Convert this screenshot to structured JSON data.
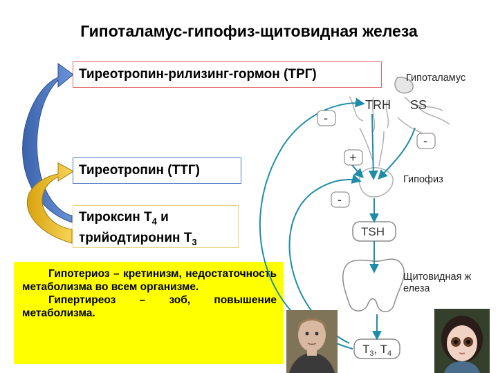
{
  "title": "Гипоталамус-гипофиз-щитовидная железа",
  "boxes": {
    "trh": "Тиреотропин-рилизинг-гормон (ТРГ)",
    "tsh": "Тиреотропин (ТТГ)",
    "t_line1_pre": "Тироксин Т",
    "t_line1_sub": "4",
    "t_line1_post": " и",
    "t_line2_pre": "трийодтиронин Т",
    "t_line2_sub": "3"
  },
  "info": {
    "p1": "Гипотериоз – кретинизм, недостаточность метаболизма во всем организме.",
    "p2": "Гипертиреоз – зоб, повышение метаболизма."
  },
  "side_labels": {
    "hypothalamus": "Гипоталамус",
    "pituitary": "Гипофиз",
    "thyroid": "Щитовидная железа"
  },
  "diagram": {
    "trh": "TRH",
    "ss": "SS",
    "tsh": "TSH",
    "t3": "T",
    "t3_sub": "3",
    "t4": ", T",
    "t4_sub": "4",
    "minus": "-",
    "plus": "+"
  },
  "colors": {
    "arrow_blue": "#4a74c4",
    "arrow_yellow": "#f2c12e",
    "teal": "#1e8ca8",
    "info_bg": "#ffff00"
  }
}
